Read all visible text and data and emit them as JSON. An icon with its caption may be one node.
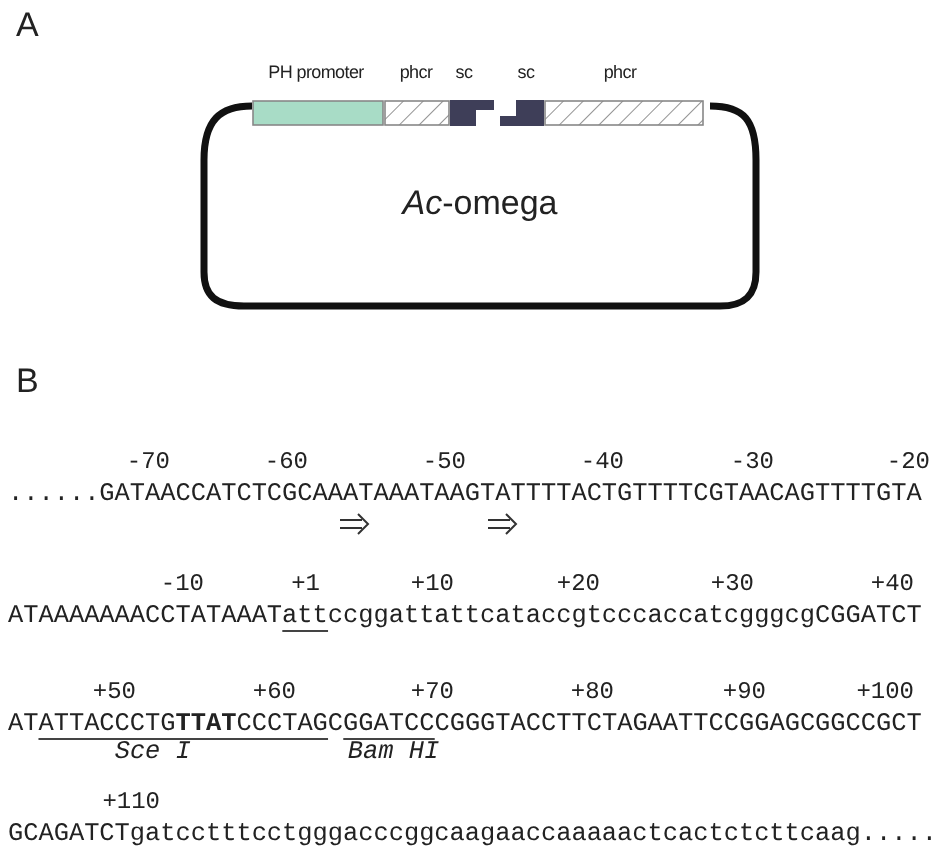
{
  "diagram": {
    "nodes": [
      {
        "text": [
          "*Ac*-omega"
        ]
      },
      {
        "text": [
          "PH promoter"
        ],
        "in": 0
      },
      {
        "text": [
          "phcr"
        ],
        "in": 0
      },
      {
        "text": [
          "sc"
        ],
        "in": 0
      },
      {
        "text": [
          "sc"
        ],
        "in": 0
      },
      {
        "text": [
          "phcr"
        ],
        "in": 0
      }
    ],
    "edges": [],
    "labels": [
      "A",
      "B",
      "-70",
      "-60",
      "-50",
      "-40",
      "-30",
      "-20",
      "......GATAACCATCTCGCAAATAAATAAGTATTTTACTGTTTTCGTAACAGTTTTGTA",
      "-10",
      "+1",
      "+10",
      "+20",
      "+30",
      "+40",
      "ATAAAAAAACCTATAAATattccggattattcataccgtcccaccatcgggcgCGGATCT",
      "+50",
      "+60",
      "+70",
      "+80",
      "+90",
      "+100",
      "ATATTACCCTG**TTAT**CCCTAGCGGATCCCGGGTACCTTCTAGAATTCCGGAGCGGCCGCT",
      "Sce I",
      "Bam HI",
      "+110",
      "GCAGATCTgatcctttcctgggacccggcaagaaccaaaaactcactctcttcaag....."
    ]
  }
}
